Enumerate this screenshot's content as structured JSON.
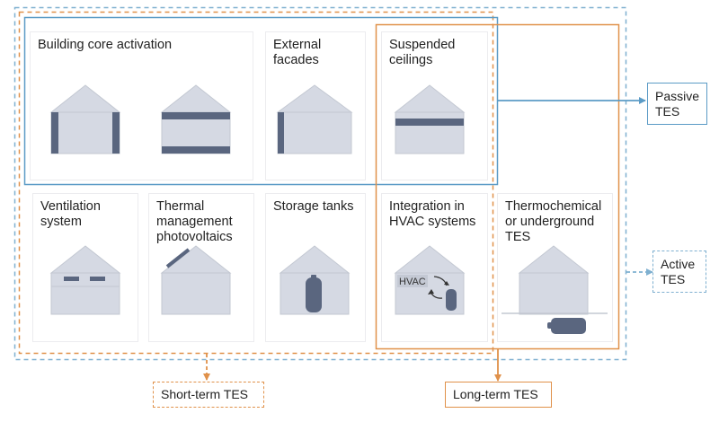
{
  "colors": {
    "passive": "#5b9bc6",
    "active": "#7fb0d0",
    "short_term": "#e0914a",
    "long_term": "#e0914a",
    "house_fill": "#d5d9e3",
    "house_stroke": "#c3c8d2",
    "element": "#5a667f"
  },
  "cards": [
    {
      "title": "Building core activation"
    },
    {
      "title": "External\nfacades"
    },
    {
      "title": "Suspended\nceilings"
    },
    {
      "title": "Ventilation\nsystem"
    },
    {
      "title": "Thermal\nmanagement\nphotovoltaics"
    },
    {
      "title": "Storage tanks"
    },
    {
      "title": "Integration in\nHVAC systems"
    },
    {
      "title": "Thermochemical\nor underground\nTES"
    }
  ],
  "hvac_label": "HVAC",
  "labels": {
    "passive": "Passive\nTES",
    "active": "Active\nTES",
    "short_term": "Short-term TES",
    "long_term": "Long-term TES"
  }
}
